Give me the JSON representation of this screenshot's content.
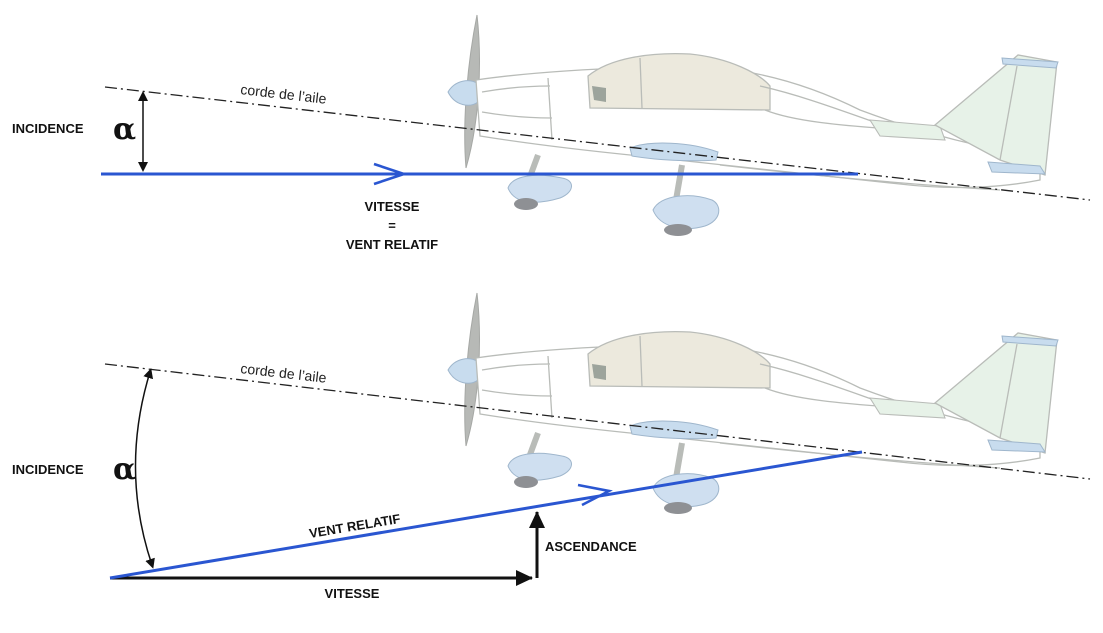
{
  "colors": {
    "vector_blue": "#2a56d1",
    "vector_black": "#111111",
    "aircraft_outline": "#b9bcb8",
    "canopy_fill": "#ece9dd",
    "fin_fill": "#e7f2e8",
    "wheel_fill": "#cfdff0"
  },
  "panel_top": {
    "chord_label": "corde de l’aile",
    "incidence_label": "INCIDENCE",
    "alpha_symbol": "α",
    "speed_label": "VITESSE",
    "equals": "=",
    "relative_wind_label": "VENT RELATIF"
  },
  "panel_bottom": {
    "chord_label": "corde de l’aile",
    "incidence_label": "INCIDENCE",
    "alpha_symbol": "α",
    "relative_wind_label": "VENT RELATIF",
    "updraft_label": "ASCENDANCE",
    "speed_label": "VITESSE"
  }
}
